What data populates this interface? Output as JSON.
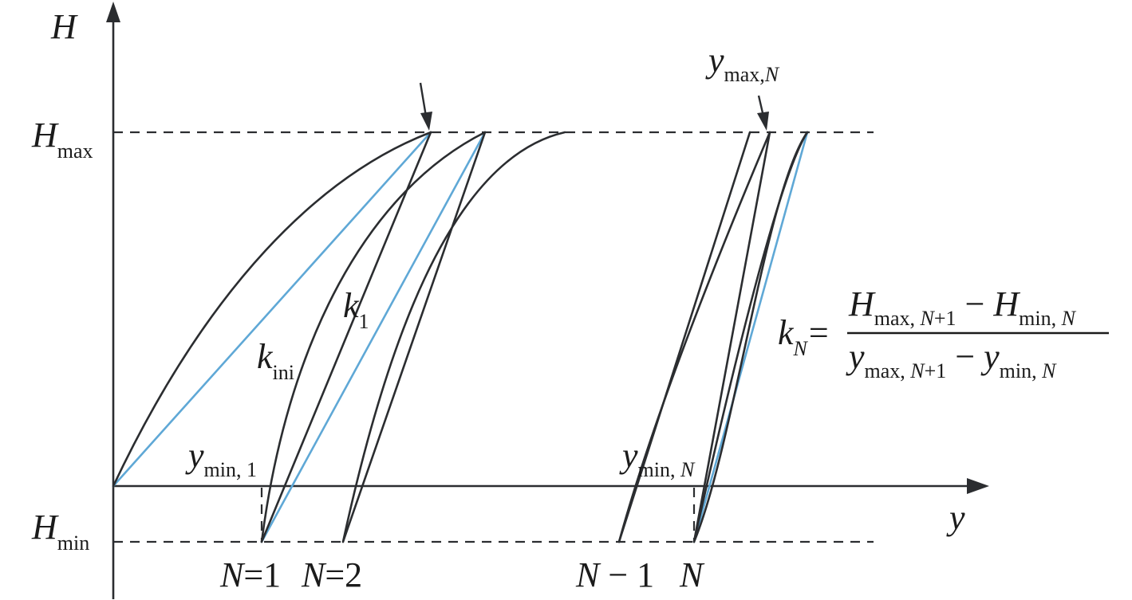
{
  "axes": {
    "vertical": "H",
    "horizontal": "y"
  },
  "levels": {
    "h_max": {
      "base": "H",
      "sub": "max"
    },
    "h_min": {
      "base": "H",
      "sub": "min"
    }
  },
  "annotations": {
    "y_max_n": {
      "base": "y",
      "sub": "max,",
      "sub_var": "N"
    },
    "y_min_1": {
      "base": "y",
      "sub": "min, 1"
    },
    "y_min_n": {
      "base": "y",
      "sub": "min, ",
      "sub_var": "N"
    },
    "k_ini": {
      "base": "k",
      "sub": "ini"
    },
    "k_1": {
      "base": "k",
      "sub": "1"
    }
  },
  "cycle_labels": {
    "n1": {
      "var": "N",
      "rest": "=1"
    },
    "n2": {
      "var": "N",
      "rest": "=2"
    },
    "n_minus_1": {
      "var": "N",
      "rest": " − 1"
    },
    "n": {
      "var": "N"
    }
  },
  "formula": {
    "lhs_base": "k",
    "lhs_sub": "N",
    "equals": "=",
    "numerator": {
      "term1_base": "H",
      "term1_sub": "max, ",
      "term1_sub_var": "N",
      "term1_sub_rest": "+1",
      "minus": " − ",
      "term2_base": "H",
      "term2_sub": "min, ",
      "term2_sub_var": "N"
    },
    "denominator": {
      "term1_base": "y",
      "term1_sub": "max, ",
      "term1_sub_var": "N",
      "term1_sub_rest": "+1",
      "minus": " − ",
      "term2_base": "y",
      "term2_sub": "min, ",
      "term2_sub_var": "N"
    }
  },
  "colors": {
    "curve": "#2b2d30",
    "secant": "#5fa8d6"
  }
}
